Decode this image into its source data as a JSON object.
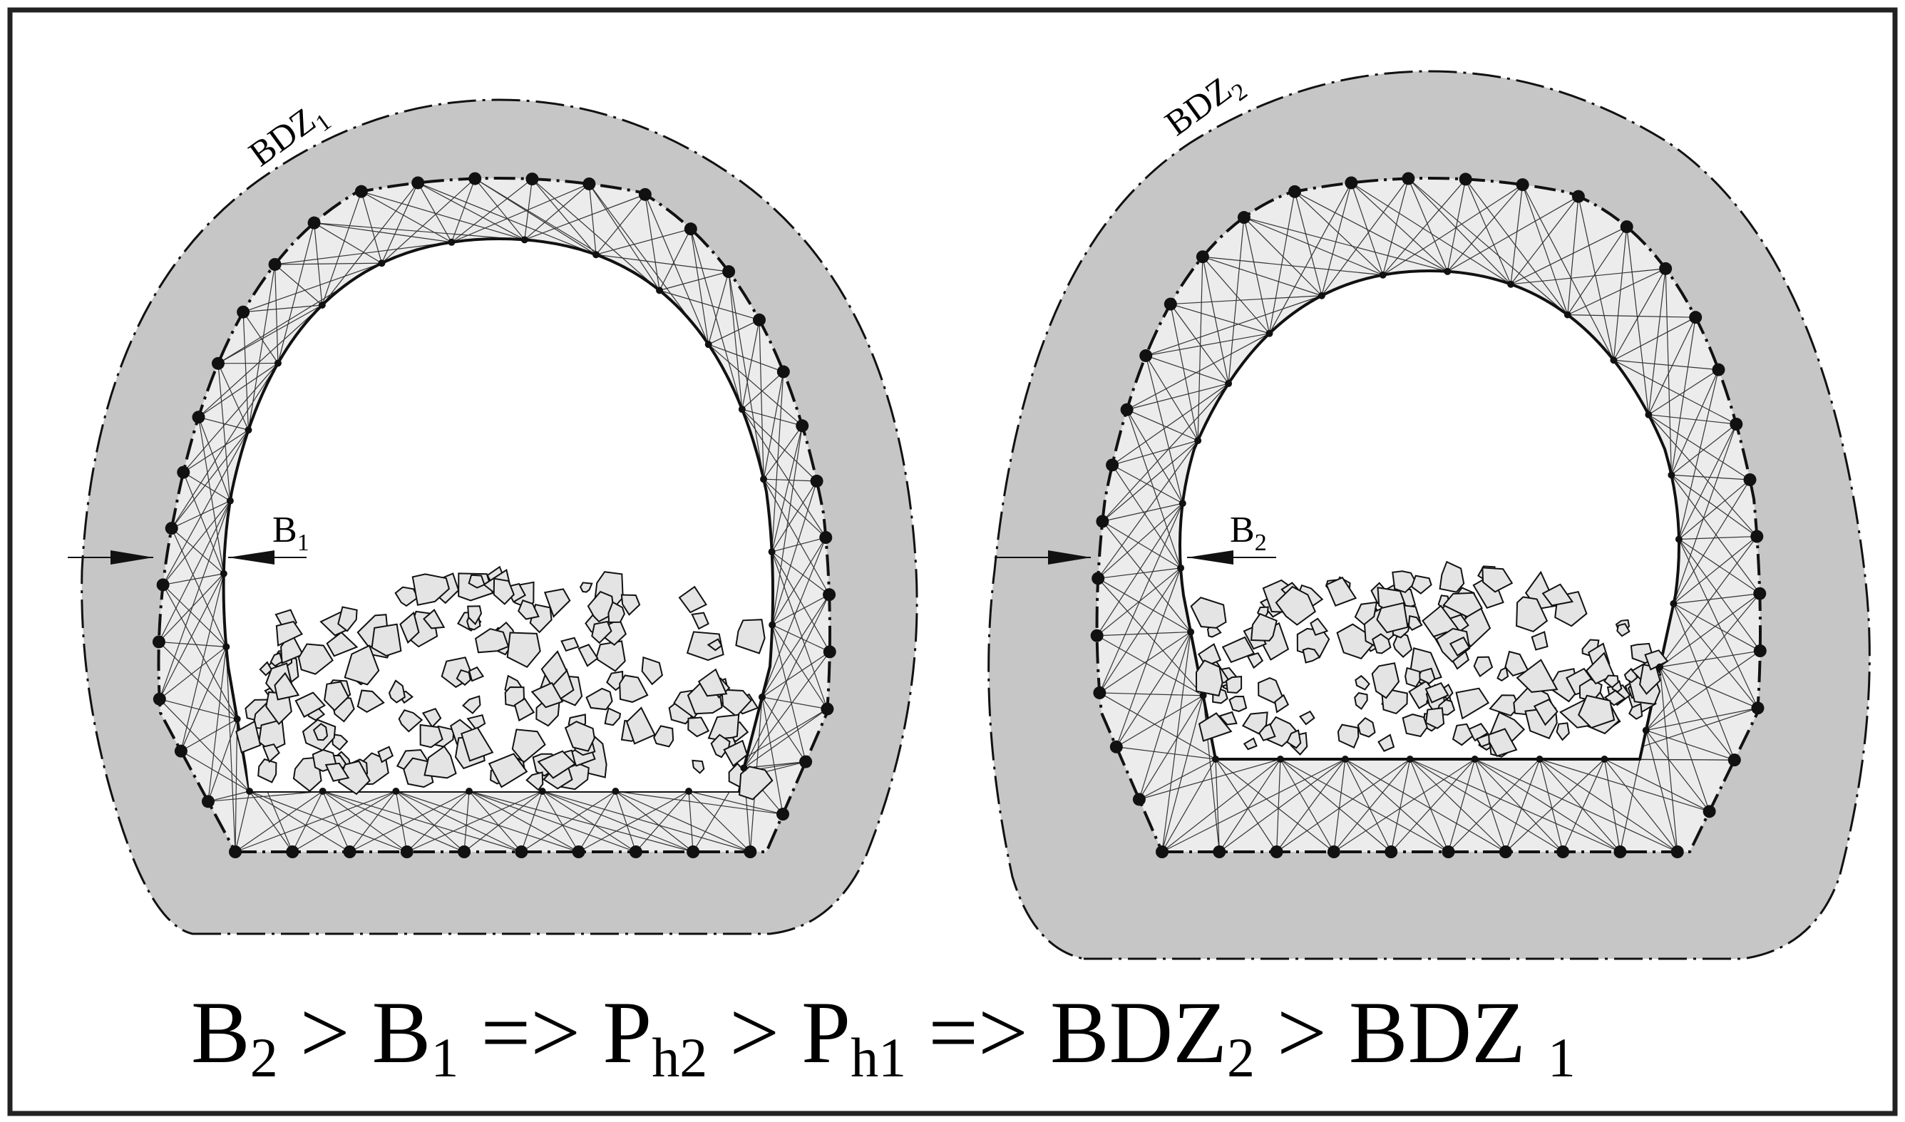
{
  "diagram": {
    "left_tunnel": {
      "zone_label_main": "BDZ",
      "zone_label_sub": "1",
      "width_label_main": "B",
      "width_label_sub": "1"
    },
    "right_tunnel": {
      "zone_label_main": "BDZ",
      "zone_label_sub": "2",
      "width_label_main": "B",
      "width_label_sub": "2"
    },
    "equation": {
      "t1": "B",
      "s1": "2",
      "t2": " > B",
      "s2": "1",
      "t3": " => P",
      "s3": "h2",
      "t4": " > P",
      "s4": "h1",
      "t5": " => BDZ",
      "s5": "2",
      "t6": " > BDZ ",
      "s6": "1"
    },
    "colors": {
      "border": "#222222",
      "damage_zone": "#c6c6c6",
      "bolted_zone": "#ececec",
      "line": "#111111",
      "rock_fill": "#e4e4e4"
    }
  }
}
